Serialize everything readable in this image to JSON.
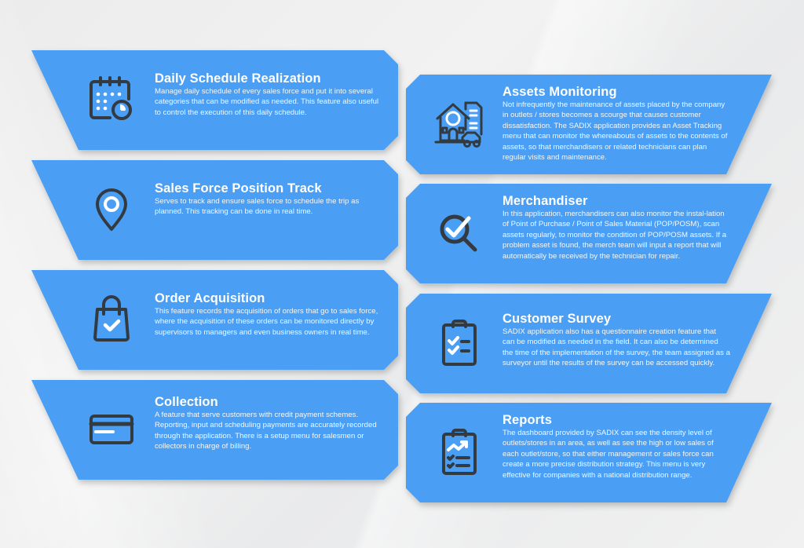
{
  "theme": {
    "panel_color": "#4a9ff5",
    "icon_stroke": "#333a40",
    "text_color": "#ffffff",
    "background": "#ececec"
  },
  "features_left": [
    {
      "title": "Daily Schedule Realization",
      "icon": "calendar-clock-icon",
      "description": "Manage daily schedule of every sales force and put it into several categories that can be modified as needed. This feature also useful to control the execution of this daily schedule."
    },
    {
      "title": "Sales Force Position Track",
      "icon": "location-pin-icon",
      "description": "Serves to track and ensure sales force to schedule the trip as planned. This tracking can be done in real time."
    },
    {
      "title": "Order Acquisition",
      "icon": "shopping-bag-check-icon",
      "description": "This feature records the acquisition of orders that go to sales force, where the acquisition of these orders can be monitored directly by supervisors to managers and even business owners in real time."
    },
    {
      "title": "Collection",
      "icon": "credit-card-icon",
      "description": "A feature that serve customers with credit payment schemes. Reporting, input and scheduling payments are accurately recorded through the application. There is a setup menu for salesmen or collectors in charge of billing."
    }
  ],
  "features_right": [
    {
      "title": "Assets Monitoring",
      "icon": "house-asset-icon",
      "description": "Not infrequently the maintenance of assets placed by the company in outlets / stores becomes a scourge that causes customer dissatisfaction. The SADIX application provides an Asset Tracking menu that can monitor the whereabouts of assets to the contents of assets, so that merchandisers or related technicians can plan regular visits and maintenance."
    },
    {
      "title": "Merchandiser",
      "icon": "magnifier-check-icon",
      "description": "In this application, merchandisers can also monitor the instal-lation of Point of Purchase / Point of Sales Material (POP/POSM), scan assets regularly, to monitor the condition of POP/POSM assets. If a problem asset is found, the merch team will input a report that will automatically be received by the technician for repair."
    },
    {
      "title": "Customer Survey",
      "icon": "clipboard-checklist-icon",
      "description": "SADIX application also has a questionnaire creation feature that can be modified as needed in the field. It can also be determined the time of the implementation of the survey, the team assigned as a surveyor until the results of the survey can be accessed quickly."
    },
    {
      "title": "Reports",
      "icon": "clipboard-chart-icon",
      "description": "The dashboard provided by SADIX can see the density level of outlets/stores in an area, as well as see the high or low sales of each outlet/store, so that either management or sales force can create a more precise distribution strategy. This menu is very effective for companies with a national distribution range."
    }
  ]
}
